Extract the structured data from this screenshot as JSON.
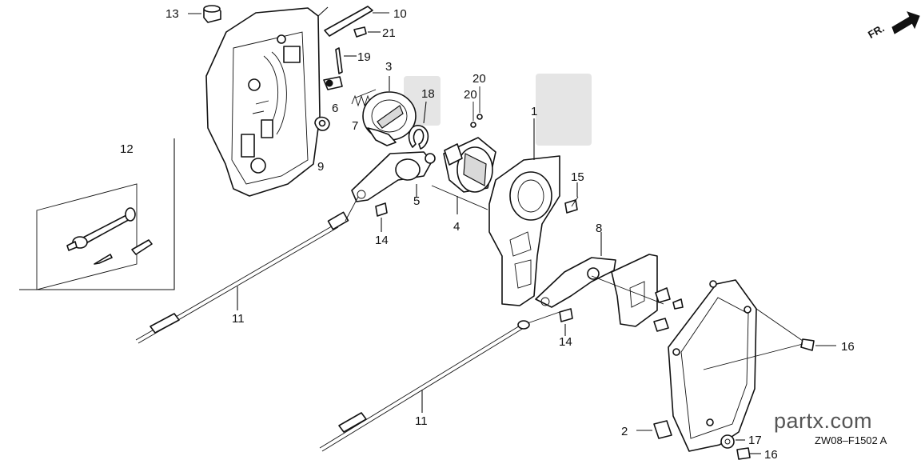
{
  "diagram": {
    "callouts": {
      "p1": "1",
      "p2": "2",
      "p3": "3",
      "p4": "4",
      "p5": "5",
      "p6": "6",
      "p7": "7",
      "p8": "8",
      "p9": "9",
      "p10": "10",
      "p11a": "11",
      "p11b": "11",
      "p12": "12",
      "p13": "13",
      "p14a": "14",
      "p14b": "14",
      "p15": "15",
      "p16a": "16",
      "p16b": "16",
      "p17": "17",
      "p18": "18",
      "p19": "19",
      "p20a": "20",
      "p20b": "20",
      "p21": "21"
    },
    "front_indicator": "FR.",
    "watermark_brand": "partx.com",
    "diagram_code": "ZW08–F1502 A"
  },
  "colors": {
    "ink": "#111111",
    "watermark": "#e5e5e5",
    "brand_text": "#555555"
  }
}
